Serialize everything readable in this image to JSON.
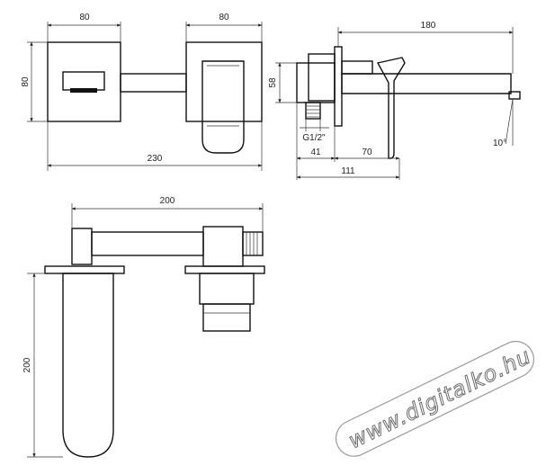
{
  "dimensions": {
    "front_left_width": "80",
    "front_right_width": "80",
    "front_height": "80",
    "front_total_width": "230",
    "side_spout_length": "180",
    "side_height": "58",
    "side_thread": "G1/2\"",
    "side_angle": "10°",
    "side_depth_41": "41",
    "side_depth_70": "70",
    "side_total_depth": "111",
    "top_width": "200",
    "top_spout_length": "200"
  },
  "watermark": {
    "text": "www.digitalko.hu"
  }
}
